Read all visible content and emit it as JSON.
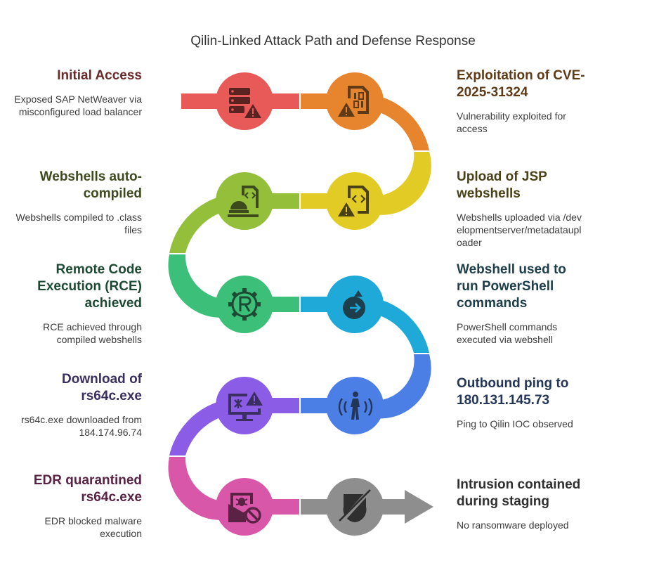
{
  "title": "Qilin-Linked Attack Path and Defense Response",
  "steps": [
    {
      "title": "Initial Access",
      "desc": "Exposed SAP NetWeaver via misconfigured load balancer",
      "color": "#e85a57",
      "title_color": "#6b2a2a",
      "icon": "server-warning-icon"
    },
    {
      "title": "Exploitation of CVE-2025-31324",
      "desc": "Vulnerability exploited for access",
      "color": "#e7852f",
      "title_color": "#5f3a16",
      "icon": "binary-file-warning-icon"
    },
    {
      "title": "Upload of JSP webshells",
      "desc": "Webshells uploaded via /developmentserver/metadatauploader",
      "color": "#e3cb25",
      "title_color": "#4a4216",
      "icon": "code-file-warning-icon"
    },
    {
      "title": "Webshells auto-compiled",
      "desc": "Webshells compiled to .class files",
      "color": "#93bf3b",
      "title_color": "#3c4a1e",
      "icon": "code-construction-icon"
    },
    {
      "title": "Remote Code Execution (RCE) achieved",
      "desc": "RCE achieved through compiled webshells",
      "color": "#3bbf79",
      "title_color": "#1e4a33",
      "icon": "r-gear-icon"
    },
    {
      "title": "Webshell used to run PowerShell commands",
      "desc": "PowerShell commands executed via webshell",
      "color": "#1ea9d8",
      "title_color": "#1d3e4a",
      "icon": "arrow-circle-icon"
    },
    {
      "title": "Outbound ping to 180.131.145.73",
      "desc": "Ping to Qilin IOC observed",
      "color": "#4c7fe6",
      "title_color": "#243657",
      "icon": "ping-person-icon"
    },
    {
      "title": "Download of rs64c.exe",
      "desc": "rs64c.exe downloaded from 184.174.96.74",
      "color": "#8b5ce6",
      "title_color": "#3b2e60",
      "icon": "monitor-malware-icon"
    },
    {
      "title": "EDR quarantined rs64c.exe",
      "desc": "EDR blocked malware execution",
      "color": "#d957a8",
      "title_color": "#5a2244",
      "icon": "mail-bug-blocked-icon"
    },
    {
      "title": "Intrusion contained during staging",
      "desc": "No ransomware deployed",
      "color": "#8e8e8e",
      "title_color": "#2f2f2f",
      "icon": "shield-off-icon"
    }
  ]
}
